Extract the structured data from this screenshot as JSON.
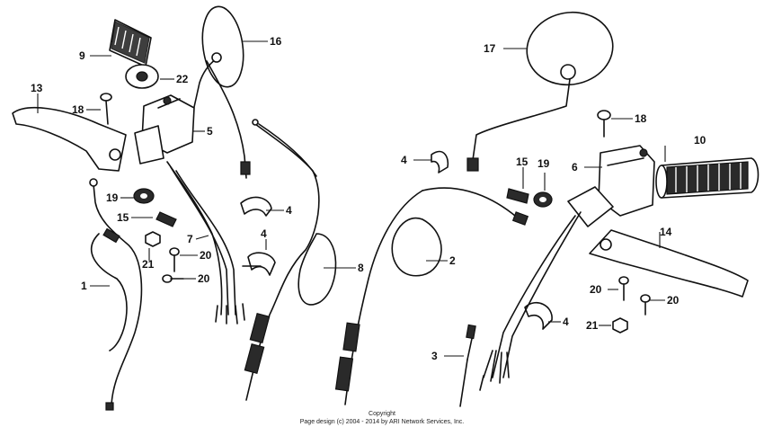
{
  "callouts": {
    "c1": "1",
    "c2": "2",
    "c3": "3",
    "c4a": "4",
    "c4b": "4",
    "c4c": "4",
    "c4d": "4",
    "c5": "5",
    "c6": "6",
    "c7": "7",
    "c8": "8",
    "c9": "9",
    "c10": "10",
    "c13": "13",
    "c14": "14",
    "c15a": "15",
    "c15b": "15",
    "c16": "16",
    "c17": "17",
    "c18a": "18",
    "c18b": "18",
    "c19a": "19",
    "c19b": "19",
    "c20a": "20",
    "c20b": "20",
    "c20c": "20",
    "c20d": "20",
    "c21a": "21",
    "c21b": "21",
    "c22": "22"
  },
  "copyright": {
    "line1": "Copyright",
    "line2": "Page design (c) 2004 - 2014 by ARI Network Services, Inc."
  }
}
